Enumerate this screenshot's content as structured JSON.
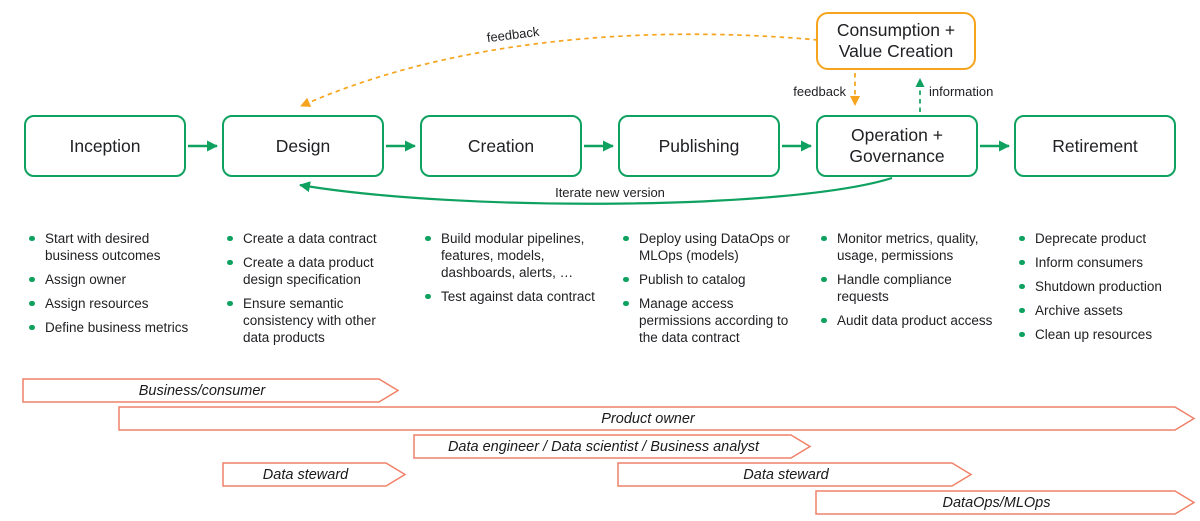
{
  "palette": {
    "green": "#0FA15F",
    "orange": "#F6A41D",
    "salmon": "#EF8268",
    "text": "#202124"
  },
  "top_box": {
    "label": "Consumption + Value Creation"
  },
  "arrow_labels": {
    "feedback_curve": "feedback",
    "feedback_down": "feedback",
    "information_up": "information",
    "iterate_new_version": "Iterate new version"
  },
  "stages": [
    {
      "label": "Inception",
      "bullets": [
        "Start with desired business outcomes",
        "Assign owner",
        "Assign resources",
        "Define business metrics"
      ]
    },
    {
      "label": "Design",
      "bullets": [
        "Create a data contract",
        "Create a data product design specification",
        "Ensure semantic consistency with other data products"
      ]
    },
    {
      "label": "Creation",
      "bullets": [
        "Build modular pipelines, features, models, dashboards, alerts, …",
        "Test against data contract"
      ]
    },
    {
      "label": "Publishing",
      "bullets": [
        "Deploy using DataOps or MLOps (models)",
        "Publish to catalog",
        "Manage access permissions according to the data contract"
      ]
    },
    {
      "label": "Operation + Governance",
      "bullets": [
        "Monitor metrics, quality, usage, permissions",
        "Handle compliance requests",
        "Audit data product access"
      ]
    },
    {
      "label": "Retirement",
      "bullets": [
        "Deprecate product",
        "Inform consumers",
        "Shutdown production",
        "Archive assets",
        "Clean up resources"
      ]
    }
  ],
  "roles": [
    "Business/consumer",
    "Product owner",
    "Data engineer / Data scientist / Business analyst",
    "Data steward",
    "Data steward",
    "DataOps/MLOps"
  ]
}
